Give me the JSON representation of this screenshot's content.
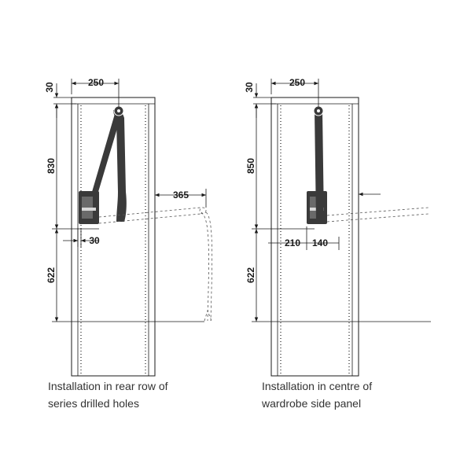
{
  "left_view": {
    "dims": {
      "top_offset": "30",
      "width": "250",
      "height_upper": "830",
      "extension": "365",
      "side_offset": "30",
      "height_lower": "622"
    },
    "caption": {
      "line1": "Installation in rear row of",
      "line2": "series drilled holes"
    }
  },
  "right_view": {
    "dims": {
      "top_offset": "30",
      "width": "250",
      "height_upper": "850",
      "offset_left": "210",
      "offset_right": "140",
      "height_lower": "622"
    },
    "caption": {
      "line1": "Installation in centre of",
      "line2": "wardrobe side panel"
    }
  },
  "colors": {
    "line": "#1a1a1a",
    "mechanism": "#3a3a3a",
    "dashed": "#555555"
  }
}
